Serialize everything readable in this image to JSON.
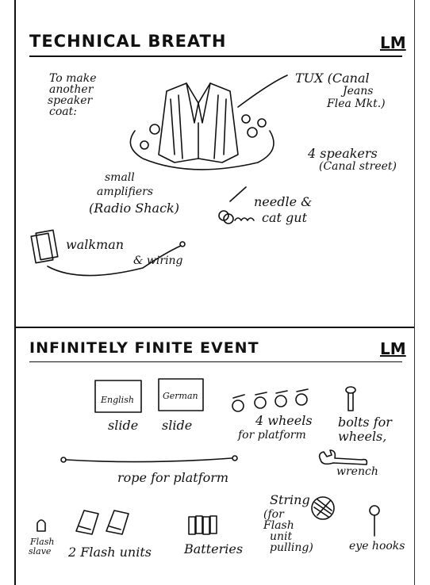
{
  "panel_1": {
    "title": "TECHNICAL BREATH",
    "initials": "LM",
    "notes": {
      "make_coat_line1": "To make",
      "make_coat_line2": "another",
      "make_coat_line3": "speaker",
      "make_coat_line4": "coat:",
      "tux_line1": "TUX (Canal",
      "tux_line2": "Jeans",
      "tux_line3": "Flea Mkt.)",
      "speakers_line1": "4 speakers",
      "speakers_line2": "(Canal street)",
      "amps_line1": "small",
      "amps_line2": "amplifiers",
      "amps_line3": "(Radio Shack)",
      "needle_line1": "needle &",
      "needle_line2": "cat gut",
      "walkman": "walkman",
      "wiring": "& wiring"
    }
  },
  "panel_2": {
    "title": "INFINITELY FINITE EVENT",
    "initials": "LM",
    "notes": {
      "slide_english_card": "English",
      "slide_german_card": "German",
      "slide_label_1": "slide",
      "slide_label_2": "slide",
      "wheels_line1": "4 wheels",
      "wheels_line2": "for platform",
      "bolts_line1": "bolts for",
      "bolts_line2": "wheels,",
      "rope": "rope for platform",
      "wrench": "wrench",
      "string_line1": "String",
      "string_line2": "(for",
      "string_line3": "Flash",
      "string_line4": "unit",
      "string_line5": "pulling)",
      "flash_slave_line1": "Flash",
      "flash_slave_line2": "slave",
      "flash_units": "2 Flash units",
      "batteries": "Batteries",
      "eye_hooks": "eye hooks"
    }
  }
}
